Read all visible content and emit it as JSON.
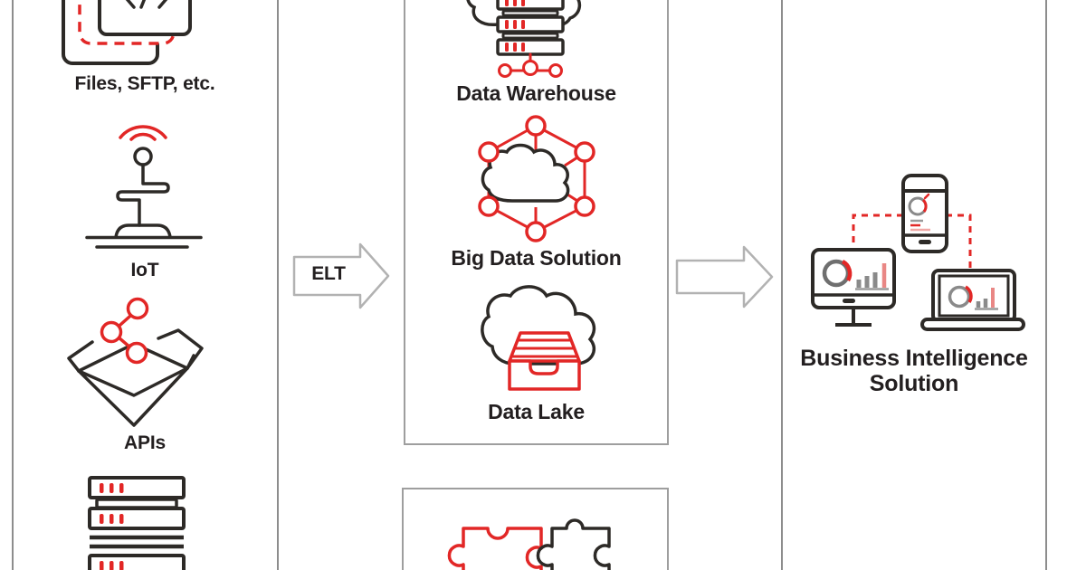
{
  "palette": {
    "accent_red": "#e22726",
    "line_dark": "#2d2a27",
    "column_border_gray": "#8d8d8d",
    "box_border_gray": "#9e9e9e",
    "arrow_gray": "#b2b2b2",
    "text": "#231f20"
  },
  "sources": {
    "files_label": "Files, SFTP, etc.",
    "iot_label": "IoT",
    "apis_label": "APIs"
  },
  "elt": {
    "label": "ELT"
  },
  "storage": {
    "warehouse_label": "Data Warehouse",
    "bigdata_label": "Big Data Solution",
    "lake_label": "Data Lake"
  },
  "bi": {
    "line1": "Business Intelligence",
    "line2": "Solution"
  }
}
